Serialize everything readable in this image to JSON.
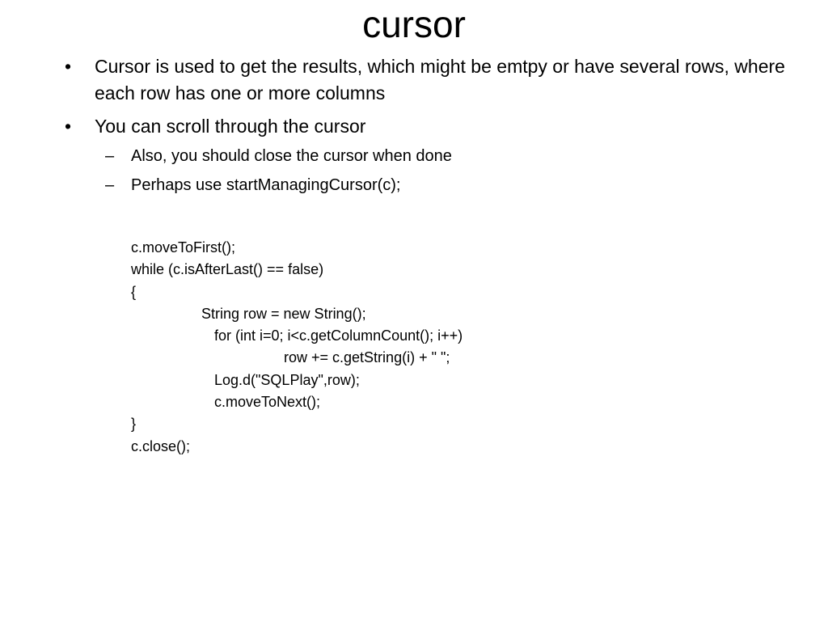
{
  "slide": {
    "title": "cursor",
    "bullets": [
      {
        "mark": "•",
        "text": "Cursor is used to get the results, which might be emtpy or have several rows, where each row has one or more columns"
      },
      {
        "mark": "•",
        "text": "You can scroll through the cursor",
        "sub_bullets": [
          {
            "mark": "–",
            "text": "Also, you should close the cursor when done"
          },
          {
            "mark": "–",
            "text": "Perhaps use startManagingCursor(c);"
          }
        ]
      }
    ],
    "code_lines": [
      "c.moveToFirst();",
      "while (c.isAfterLast() == false)",
      "{",
      "String row = new String();",
      "for (int i=0; i<c.getColumnCount(); i++)",
      "row += c.getString(i) + \" \";",
      "Log.d(\"SQLPlay\",row);",
      "c.moveToNext();",
      "}",
      "c.close();"
    ]
  }
}
